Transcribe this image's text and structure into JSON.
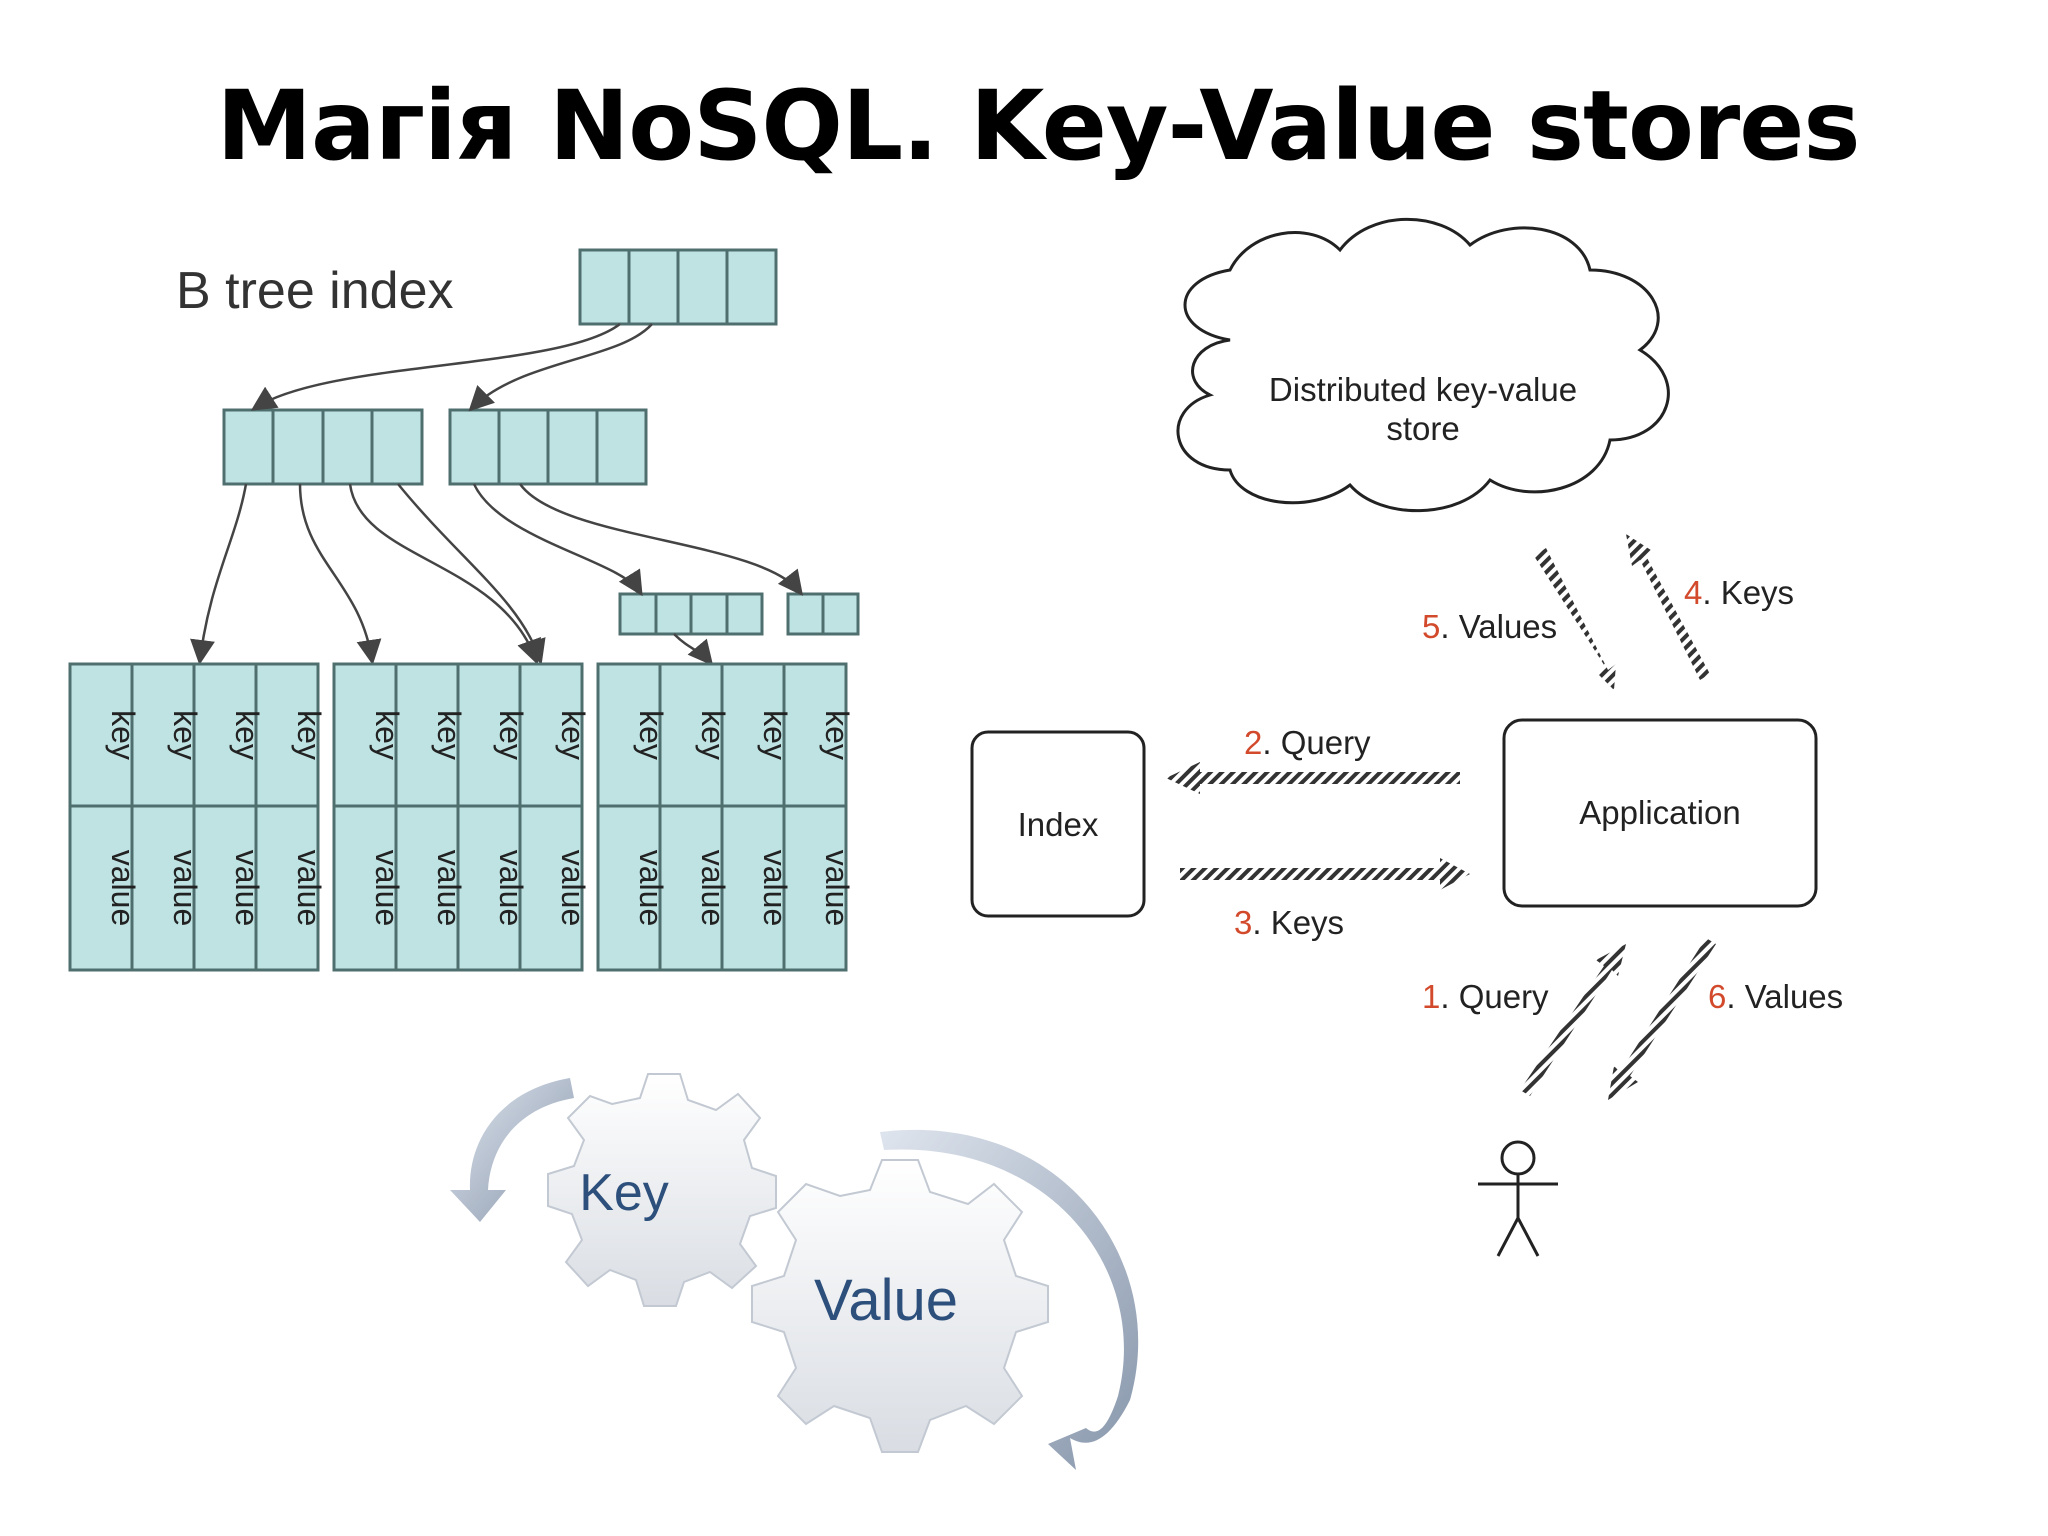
{
  "slide": {
    "title": "Магія NoSQL. Key-Value stores"
  },
  "btree": {
    "label": "B tree index",
    "key_label": "key",
    "value_label": "value",
    "colors": {
      "cell_fill": "#bfe3e3",
      "cell_stroke": "#4f6f6f"
    }
  },
  "flow": {
    "cloud_line1": "Distributed key-value",
    "cloud_line2": "store",
    "index_label": "Index",
    "application_label": "Application",
    "arrows": [
      {
        "num": "1",
        "text": ". Query"
      },
      {
        "num": "2",
        "text": ". Query"
      },
      {
        "num": "3",
        "text": ". Keys"
      },
      {
        "num": "4",
        "text": ". Keys"
      },
      {
        "num": "5",
        "text": ". Values"
      },
      {
        "num": "6",
        "text": ". Values"
      }
    ],
    "colors": {
      "step_number": "#d24a2b"
    }
  },
  "gears": {
    "key": "Key",
    "value": "Value",
    "colors": {
      "text": "#2d4f7c",
      "arrow": "#8a9ab0"
    }
  }
}
